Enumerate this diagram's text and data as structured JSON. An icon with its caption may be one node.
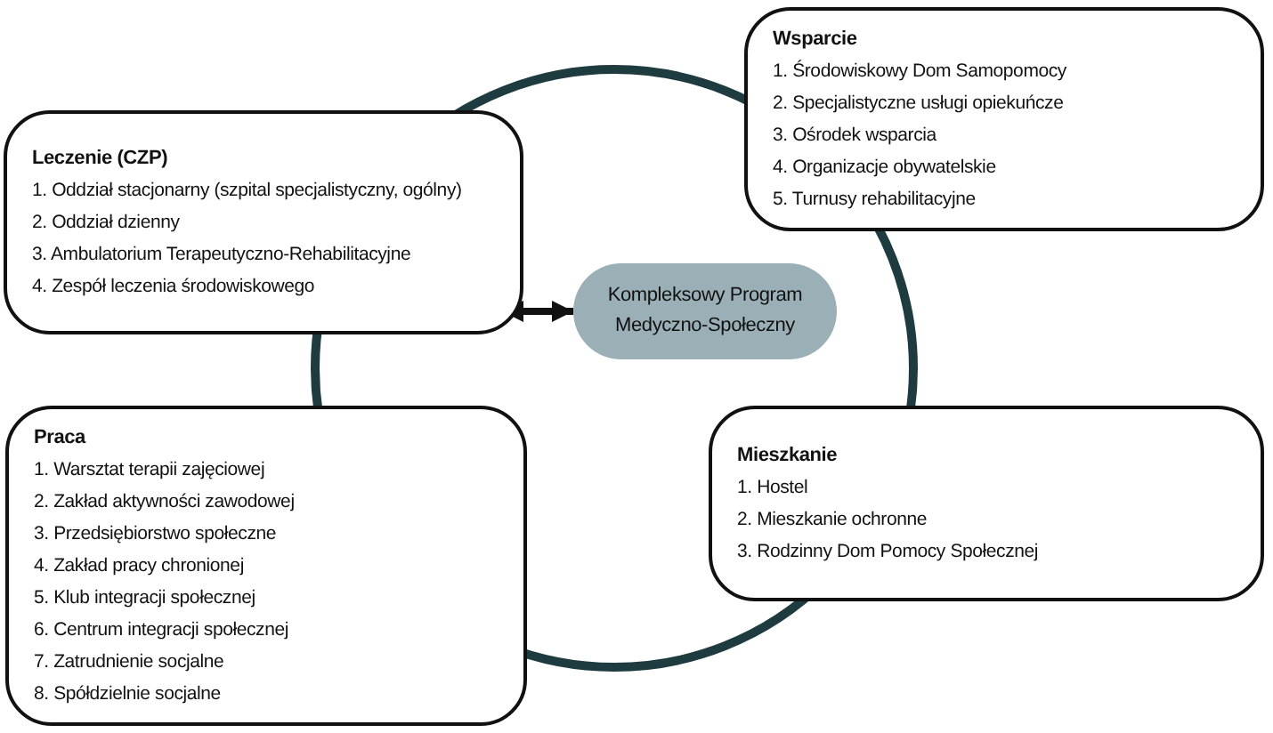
{
  "diagram": {
    "nodes": [
      {
        "text": [
          "Wsparcie",
          "1. Środowiskowy Dom Samopomocy",
          "2. Specjalistyczne usługi opiekuńcze",
          "3. Ośrodek wsparcia",
          "4. Organizacje obywatelskie",
          "5. Turnusy rehabilitacyjne"
        ]
      },
      {
        "text": [
          "Leczenie (CZP)",
          "1. Oddział stacjonarny (szpital specjalistyczny, ogólny)",
          "2. Oddział dzienny",
          "3. Ambulatorium Terapeutyczno-Rehabilitacyjne",
          "4. Zespół leczenia środowiskowego"
        ]
      },
      {
        "text": [
          "Kompleksowy Program Medyczno-Społeczny"
        ]
      },
      {
        "text": [
          "Praca",
          "1. Warsztat terapii zajęciowej",
          "2. Zakład aktywności zawodowej",
          "3. Przedsiębiorstwo społeczne",
          "4. Zakład pracy chronionej",
          "5. Klub integracji społecznej",
          "6. Centrum integracji społecznej",
          "7. Zatrudnienie socjalne",
          "8. Spółdzielnie socjalne"
        ]
      },
      {
        "text": [
          "Mieszkanie",
          "1. Hostel",
          "2. Mieszkanie ochronne",
          "3. Rodzinny Dom Pomocy Społecznej"
        ]
      }
    ],
    "edges": [
      {
        "from": 1,
        "to": 2,
        "arrow": "both"
      }
    ]
  }
}
